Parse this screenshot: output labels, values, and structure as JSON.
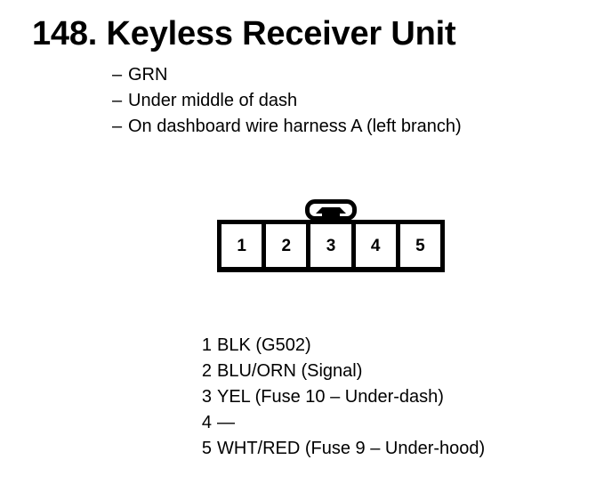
{
  "page": {
    "title": "148. Keyless Receiver Unit",
    "background_color": "#ffffff",
    "ink_color": "#000000"
  },
  "spec_list": {
    "dash": "–",
    "items": [
      {
        "text": "GRN"
      },
      {
        "text": "Under middle of dash"
      },
      {
        "text": "On dashboard wire harness A (left branch)"
      }
    ]
  },
  "connector": {
    "name": "5-cavity connector",
    "latch_position": "top-center",
    "cavities": [
      {
        "number": "1"
      },
      {
        "number": "2"
      },
      {
        "number": "3"
      },
      {
        "number": "4"
      },
      {
        "number": "5"
      }
    ]
  },
  "pin_legend": {
    "rows": [
      {
        "number": "1",
        "description": "BLK (G502)"
      },
      {
        "number": "2",
        "description": "BLU/ORN (Signal)"
      },
      {
        "number": "3",
        "description": "YEL (Fuse 10 – Under-dash)"
      },
      {
        "number": "4",
        "description": "—"
      },
      {
        "number": "5",
        "description": "WHT/RED (Fuse 9 – Under-hood)"
      }
    ]
  }
}
